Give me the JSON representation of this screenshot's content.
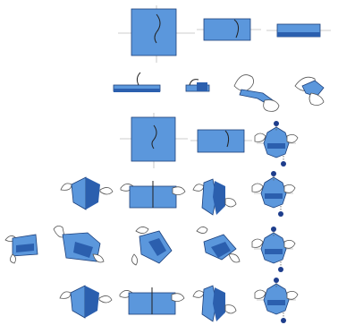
{
  "diagram": {
    "colors": {
      "paper": "#5b97dc",
      "paper_dark": "#2b5fae",
      "paper_light": "#8db8ea",
      "outline": "#1c3f7a",
      "guide_line": "#bdbdbd",
      "hand": "#ffffff",
      "hand_outline": "#555555",
      "arrow_dot": "#1d3d8c"
    },
    "rows": [
      {
        "steps": [
          "square-sheet",
          "fold-in-half",
          "fold-in-half-again"
        ]
      },
      {
        "steps": [
          "pinch-strip",
          "crease-end",
          "twist-hands",
          "hands-unfold"
        ]
      },
      {
        "steps": [
          "square-sheet",
          "folded-rectangle",
          "collapse-base-arrow"
        ]
      },
      {
        "steps": [
          "squash-fold",
          "base-spread",
          "petal-fold",
          "collapse-base-arrow"
        ]
      },
      {
        "steps": [
          "rotate-model",
          "reverse-fold",
          "open-flap",
          "wrap-fold",
          "collapse-base-arrow"
        ]
      },
      {
        "steps": [
          "squash-fold",
          "base-spread",
          "petal-fold",
          "collapse-base-arrow"
        ]
      }
    ]
  }
}
